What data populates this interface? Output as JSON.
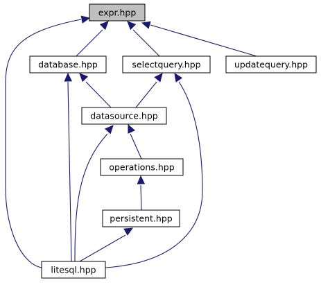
{
  "graph": {
    "nodes": [
      {
        "id": "expr",
        "label": "expr.hpp",
        "highlighted": true
      },
      {
        "id": "database",
        "label": "database.hpp",
        "highlighted": false
      },
      {
        "id": "selectquery",
        "label": "selectquery.hpp",
        "highlighted": false
      },
      {
        "id": "updatequery",
        "label": "updatequery.hpp",
        "highlighted": false
      },
      {
        "id": "datasource",
        "label": "datasource.hpp",
        "highlighted": false
      },
      {
        "id": "operations",
        "label": "operations.hpp",
        "highlighted": false
      },
      {
        "id": "persistent",
        "label": "persistent.hpp",
        "highlighted": false
      },
      {
        "id": "litesql",
        "label": "litesql.hpp",
        "highlighted": false
      }
    ],
    "edges": [
      {
        "from": "database",
        "to": "expr"
      },
      {
        "from": "selectquery",
        "to": "expr"
      },
      {
        "from": "updatequery",
        "to": "expr"
      },
      {
        "from": "litesql",
        "to": "expr"
      },
      {
        "from": "datasource",
        "to": "database"
      },
      {
        "from": "litesql",
        "to": "database"
      },
      {
        "from": "datasource",
        "to": "selectquery"
      },
      {
        "from": "litesql",
        "to": "selectquery"
      },
      {
        "from": "operations",
        "to": "datasource"
      },
      {
        "from": "litesql",
        "to": "datasource"
      },
      {
        "from": "persistent",
        "to": "operations"
      },
      {
        "from": "litesql",
        "to": "persistent"
      }
    ],
    "colors": {
      "edge": "#191970",
      "node_border": "#000000",
      "node_fill": "#ffffff",
      "highlight_fill": "#bfbfbf"
    }
  }
}
